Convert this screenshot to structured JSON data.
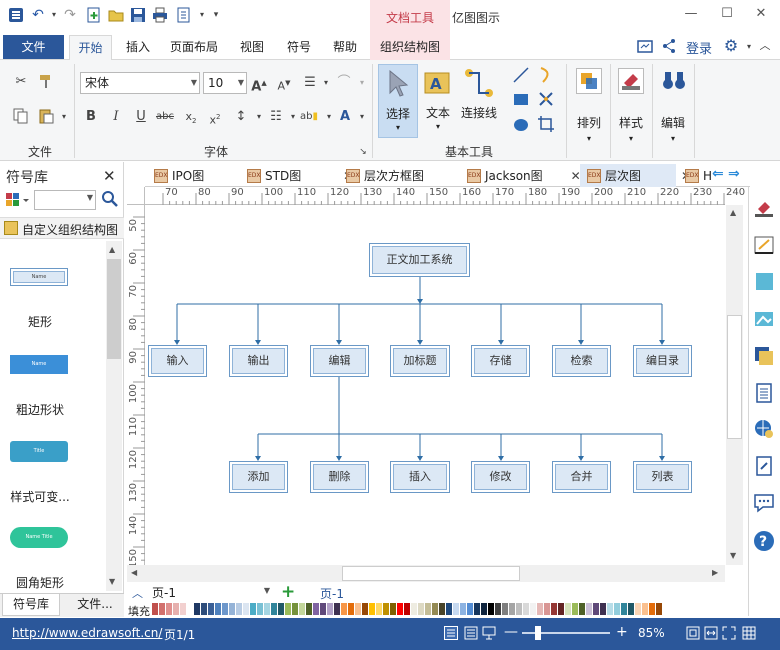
{
  "window": {
    "app_title": "亿图图示",
    "context_tab_group": "文档工具",
    "controls": {
      "minimize": "—",
      "maximize": "☐",
      "close": "✕"
    }
  },
  "quick_access": {
    "icons": [
      "app-menu-icon",
      "undo-icon",
      "redo-icon",
      "new-icon",
      "open-icon",
      "save-icon",
      "print-icon",
      "export-icon",
      "customize-icon"
    ]
  },
  "ribbon_tabs": {
    "file": "文件",
    "tabs": [
      "开始",
      "插入",
      "页面布局",
      "视图",
      "符号",
      "帮助"
    ],
    "context_tab": "组织结构图",
    "active": "开始",
    "login": "登录"
  },
  "ribbon": {
    "file_group_label": "文件",
    "font_group_label": "字体",
    "basic_tools_label": "基本工具",
    "font_name": "宋体",
    "font_size": "10",
    "tools": {
      "select": "选择",
      "text": "文本",
      "connector": "连接线"
    },
    "arrange": "排列",
    "style": "样式",
    "edit": "编辑"
  },
  "library": {
    "title": "符号库",
    "category": "自定义组织结构图",
    "shapes": [
      {
        "label": "矩形",
        "preview_text": "Name"
      },
      {
        "label": "粗边形状",
        "preview_text": "Name"
      },
      {
        "label": "样式可变...",
        "preview_text": "Title"
      },
      {
        "label": "圆角矩形",
        "preview_text": "Name Title"
      }
    ],
    "bottom_tabs": [
      "符号库",
      "文件..."
    ]
  },
  "doc_tabs": [
    {
      "label": "IPO图",
      "active": false
    },
    {
      "label": "STD图",
      "active": false
    },
    {
      "label": "层次方框图",
      "active": false
    },
    {
      "label": "Jackson图",
      "active": false
    },
    {
      "label": "层次图",
      "active": true
    },
    {
      "label": "H",
      "active": false
    }
  ],
  "ruler": {
    "horizontal": [
      "70",
      "80",
      "90",
      "100",
      "110",
      "120",
      "130",
      "140",
      "150",
      "160",
      "170",
      "180",
      "190",
      "200",
      "210",
      "220",
      "230",
      "240"
    ],
    "vertical": [
      "50",
      "60",
      "70",
      "80",
      "90",
      "100",
      "110",
      "120",
      "130",
      "140",
      "150"
    ]
  },
  "diagram": {
    "root": "正文加工系统",
    "level1": [
      "输入",
      "输出",
      "编辑",
      "加标题",
      "存储",
      "检索",
      "编目录"
    ],
    "level2": [
      "添加",
      "删除",
      "插入",
      "修改",
      "合并",
      "列表"
    ]
  },
  "pages": {
    "page_selector": "页-1",
    "active_page": "页-1",
    "fill_label": "填充"
  },
  "status": {
    "url": "http://www.edrawsoft.cn/",
    "page_info": "页1/1",
    "zoom": "85%",
    "zoom_level": 0.85
  },
  "colors": {
    "brand": "#2b579a",
    "context": "#c43c4a",
    "node_fill": "#dce8f5",
    "node_border": "#6a98c6",
    "connector": "#2f6ea6"
  }
}
